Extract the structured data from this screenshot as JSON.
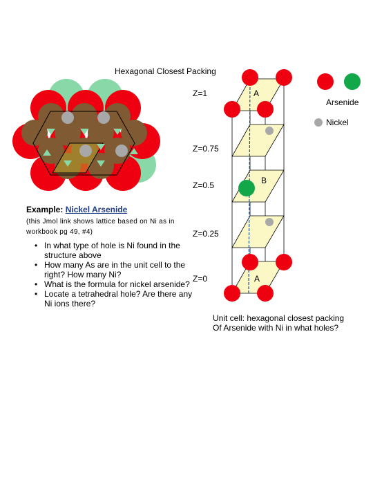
{
  "left_figure": {
    "title": "Hexagonal Closest Packing"
  },
  "unit_cell": {
    "layers": [
      {
        "z_label": "Z=1",
        "site_label": "A"
      },
      {
        "z_label": "Z=0.75",
        "site_label": ""
      },
      {
        "z_label": "Z=0.5",
        "site_label": "B"
      },
      {
        "z_label": "Z=0.25",
        "site_label": ""
      },
      {
        "z_label": "Z=0",
        "site_label": "A"
      }
    ]
  },
  "legend": {
    "items": [
      {
        "label": "Arsenide",
        "color": "#e8000f"
      },
      {
        "label": "Nickel",
        "color": "#a6a6a6"
      }
    ],
    "extra_color": "#12a84a"
  },
  "example": {
    "heading_prefix": "Example: ",
    "heading_link": "Nickel Arsenide",
    "note": "(this Jmol link shows lattice based on Ni as in workbook pg 49, #4)"
  },
  "questions": [
    "In what type of hole is Ni found in the structure above",
    "How many As are in the unit cell to the right? How many Ni?",
    "What is the formula for nickel arsenide?",
    "Locate a tetrahedral hole? Are there any Ni ions there?"
  ],
  "caption": {
    "line1": "Unit cell: hexagonal closest packing",
    "line2": "Of Arsenide with Ni in what holes?"
  },
  "colors": {
    "red": "#ee0010",
    "green": "#88d8a8",
    "brown": "#7f5a32",
    "gray": "#a8a8a8",
    "plane": "#fbf8c6",
    "line": "#1e4d8c"
  }
}
